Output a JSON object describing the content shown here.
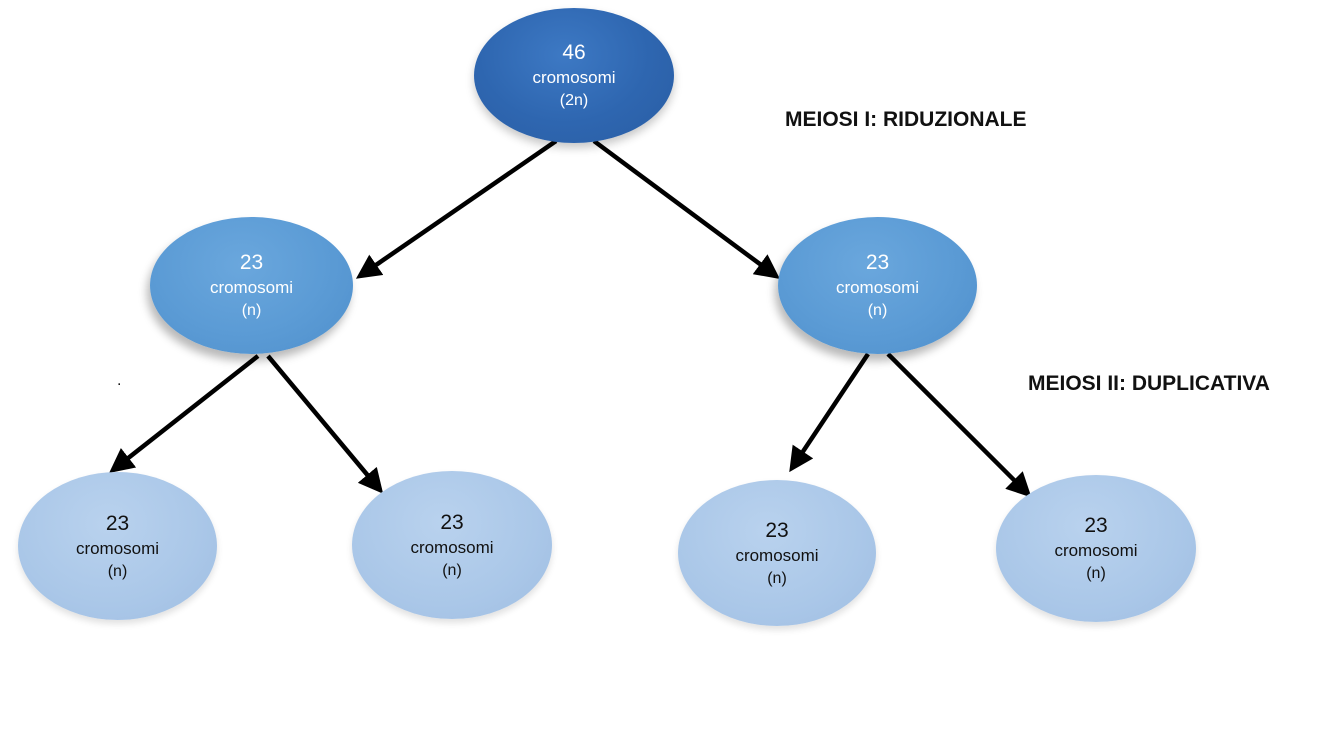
{
  "labels": {
    "meiosis1": "MEIOSI I: RIDUZIONALE",
    "meiosis2": "MEIOSI II: DUPLICATIVA",
    "stray_dot": "."
  },
  "colors": {
    "level1": "#2e66b0",
    "level2": "#5b9bd5",
    "level3": "#aac7e8",
    "arrow": "#000000"
  },
  "nodes": [
    {
      "id": "root",
      "value": "46",
      "label": "cromosomi",
      "ploidy": "(2n)"
    },
    {
      "id": "left-mid",
      "value": "23",
      "label": "cromosomi",
      "ploidy": "(n)"
    },
    {
      "id": "right-mid",
      "value": "23",
      "label": "cromosomi",
      "ploidy": "(n)"
    },
    {
      "id": "bottom-1",
      "value": "23",
      "label": "cromosomi",
      "ploidy": "(n)"
    },
    {
      "id": "bottom-2",
      "value": "23",
      "label": "cromosomi",
      "ploidy": "(n)"
    },
    {
      "id": "bottom-3",
      "value": "23",
      "label": "cromosomi",
      "ploidy": "(n)"
    },
    {
      "id": "bottom-4",
      "value": "23",
      "label": "cromosomi",
      "ploidy": "(n)"
    }
  ]
}
